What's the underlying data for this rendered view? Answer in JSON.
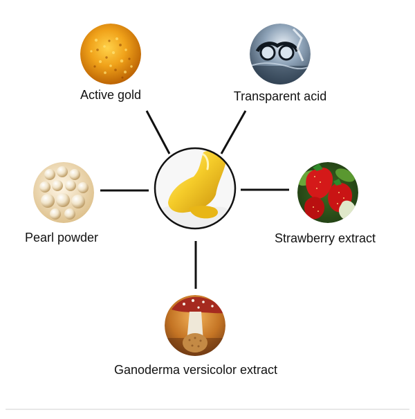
{
  "diagram": {
    "center": {
      "name": "gold-product-swatch"
    },
    "ingredients": [
      {
        "key": "gold",
        "label": "Active gold",
        "image": "gold-granules-image"
      },
      {
        "key": "acid",
        "label": "Transparent acid",
        "image": "lab-glassware-image"
      },
      {
        "key": "pearl",
        "label": "Pearl powder",
        "image": "pearls-image"
      },
      {
        "key": "strawberry",
        "label": "Strawberry extract",
        "image": "strawberries-image"
      },
      {
        "key": "ganoderma",
        "label": "Ganoderma versicolor extract",
        "image": "mushroom-image"
      }
    ]
  },
  "colors": {
    "connector": "#111111",
    "gold": "#e29a0c",
    "strawberry": "#d41919",
    "pearl": "#efe2c8",
    "glass": "#8ea3b8",
    "mushroom": "#8b4a22"
  }
}
